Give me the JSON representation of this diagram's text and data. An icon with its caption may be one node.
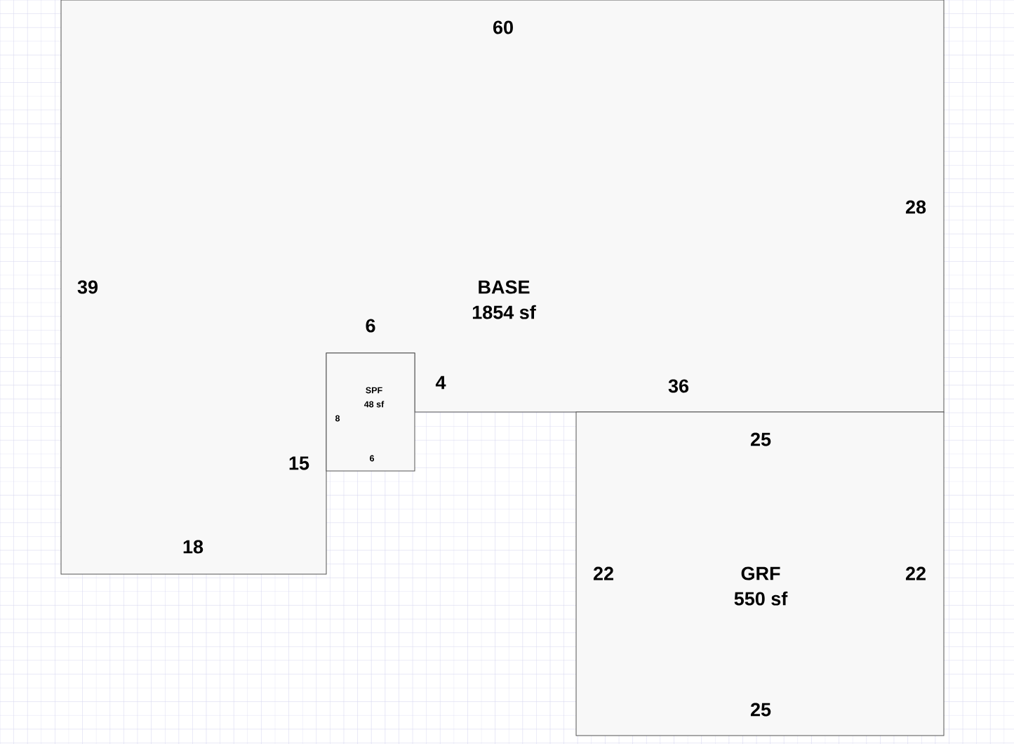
{
  "diagram": {
    "nodes": [
      {
        "text": [
          "BASE",
          "1854 sf"
        ]
      },
      {
        "text": [
          "SPF",
          "48 sf"
        ]
      },
      {
        "text": [
          "GRF",
          "550 sf"
        ]
      }
    ],
    "labels": [
      "60",
      "28",
      "39",
      "6",
      "4",
      "36",
      "8",
      "25",
      "6",
      "15",
      "18",
      "22",
      "22",
      "25"
    ]
  }
}
